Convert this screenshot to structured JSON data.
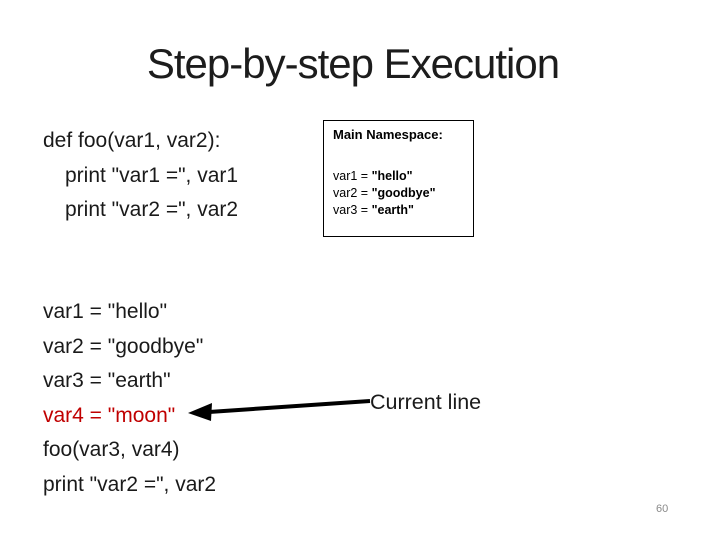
{
  "slide": {
    "title": "Step-by-step Execution",
    "page_number": "60",
    "colors": {
      "background": "#ffffff",
      "text": "#1a1a1a",
      "highlight_red": "#c00000",
      "page_number_gray": "#8a8a8a",
      "arrow_black": "#000000"
    }
  },
  "code_top": {
    "lines": [
      {
        "text": "def foo(var1, var2):"
      },
      {
        "text": "print \"var1 =\", var1"
      },
      {
        "text": "print \"var2 =\", var2"
      }
    ]
  },
  "namespace_box": {
    "title": "Main Namespace:",
    "entries": [
      {
        "name": "var1 = ",
        "value": "\"hello\""
      },
      {
        "name": "var2 = ",
        "value": "\"goodbye\""
      },
      {
        "name": "var3 = ",
        "value": "\"earth\""
      }
    ]
  },
  "code_bottom": {
    "lines": [
      {
        "text": "var1 = \"hello\""
      },
      {
        "text": "var2 = \"goodbye\""
      },
      {
        "text": "var3 = \"earth\""
      },
      {
        "text": "var4 = \"moon\""
      },
      {
        "text": "foo(var3, var4)"
      },
      {
        "text": "print \"var2 =\", var2"
      }
    ]
  },
  "annotation": {
    "current_line_label": "Current line"
  }
}
